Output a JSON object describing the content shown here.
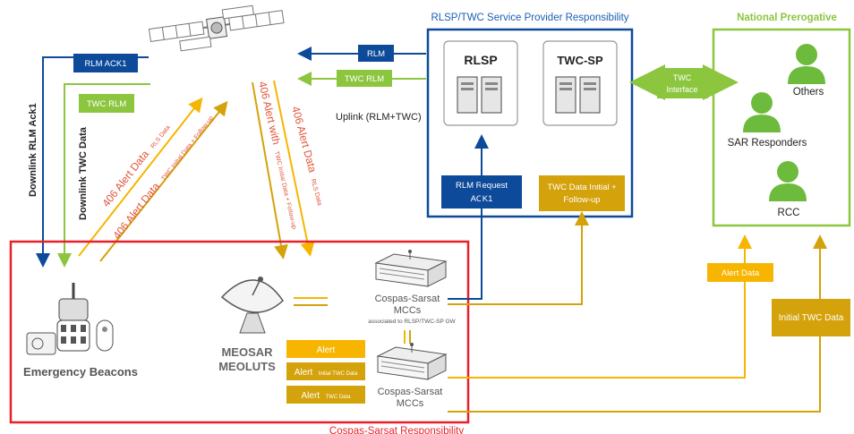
{
  "titles": {
    "rlsp_twc_responsibility": "RLSP/TWC Service Provider Responsibility",
    "national_prerogative": "National Prerogative",
    "cospas_sarsat_responsibility": "Cospas-Sarsat Responsibility"
  },
  "servers": {
    "rlsp": "RLSP",
    "twc_sp": "TWC-SP"
  },
  "tags": {
    "rlm_ack1": "RLM  ACK1",
    "twc_rlm_left": "TWC RLM",
    "rlm": "RLM",
    "twc_rlm": "TWC RLM",
    "twc_interface_1": "TWC",
    "twc_interface_2": "Interface",
    "rlm_request_1": "RLM Request",
    "rlm_request_2": "ACK1",
    "twc_data_1": "TWC Data Initial +",
    "twc_data_2": "Follow-up",
    "alert_data": "Alert Data",
    "initial_twc_data": "Initial TWC Data"
  },
  "labels": {
    "uplink": "Uplink (RLM+TWC)",
    "downlink_rlm": "Downlink RLM Ack1",
    "downlink_twc": "Downlink TWC Data",
    "emergency_beacons": "Emergency Beacons",
    "meosar_1": "MEOSAR",
    "meosar_2": "MEOLUTS",
    "mcc_top_1": "Cospas-Sarsat",
    "mcc_top_2": "MCCs",
    "mcc_top_note": "associated to RLSP/TWC-SP GW",
    "mcc_bot_1": "Cospas-Sarsat",
    "mcc_bot_2": "MCCs"
  },
  "diagonal_labels": {
    "up_rls_main": "406 Alert Data",
    "up_rls_sub": "RLS Data",
    "up_twc_main": "406 Alert Data",
    "up_twc_sub": "TWC Initial Data + Follow-up",
    "down_twc_main": "406 Alert with",
    "down_twc_sub": "TWC Initial Data + Follow-up",
    "down_rls_main": "406 Alert Data",
    "down_rls_sub": "RLS Data"
  },
  "alerts": {
    "alert": "Alert",
    "alert_initial_main": "Alert",
    "alert_initial_sub": "Initial TWC Data",
    "alert_twc_main": "Alert",
    "alert_twc_sub": "TWC Data"
  },
  "people": {
    "others": "Others",
    "sar_responders": "SAR Responders",
    "rcc": "RCC"
  },
  "colors": {
    "navy": "#0d4a9a",
    "green": "#8cc63f",
    "red": "#e8202a",
    "gold": "#d4a20a",
    "yellow": "#f7b500",
    "orange_text": "#e2543a",
    "grey": "#8a8a8a"
  }
}
